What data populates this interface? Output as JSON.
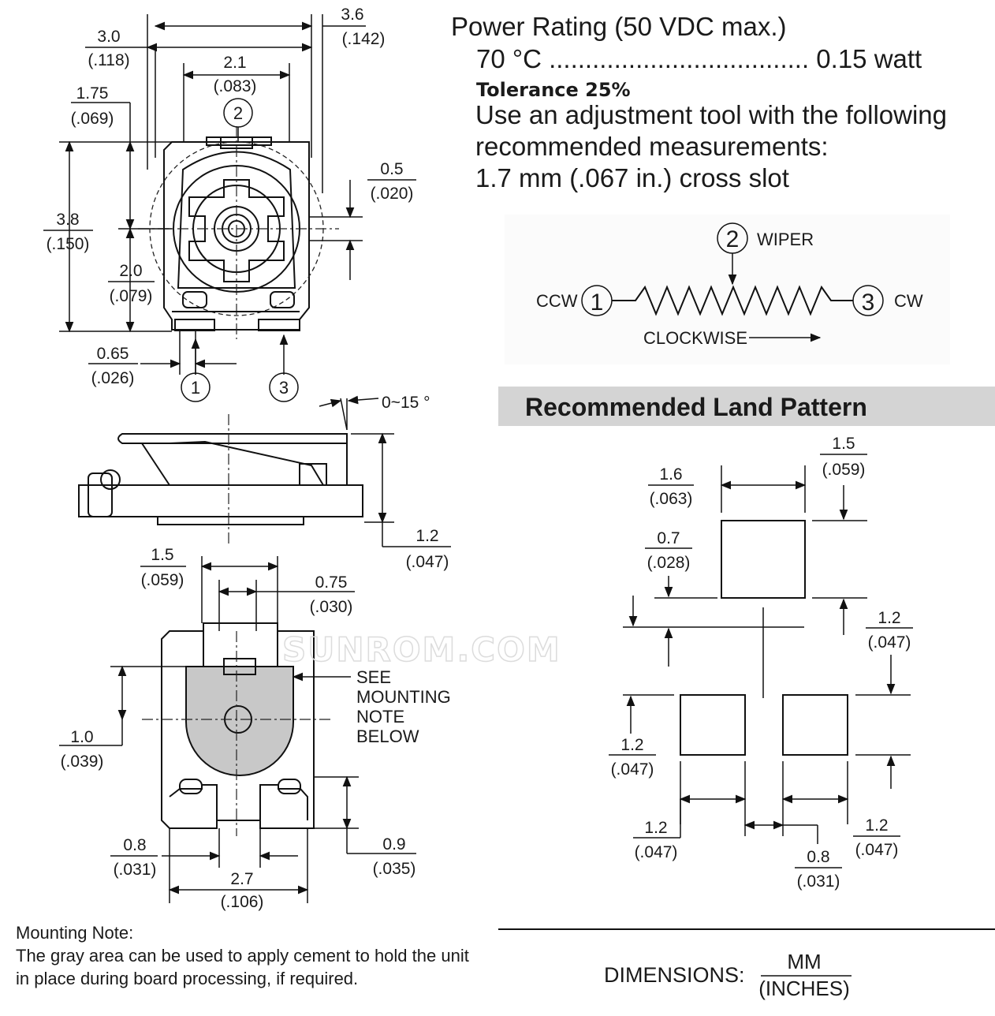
{
  "specs": {
    "power_rating": "Power Rating (50 VDC max.)",
    "power_line": "70 °C .................................... 0.15 watt",
    "tolerance": "Tolerance 25%",
    "tool_line1": "Use an adjustment tool with the following",
    "tool_line2": "recommended measurements:",
    "tool_line3": "1.7 mm (.067 in.) cross slot"
  },
  "schematic": {
    "pin1": "1",
    "pin2": "2",
    "pin3": "3",
    "wiper": "WIPER",
    "ccw": "CCW",
    "cw": "CW",
    "clockwise": "CLOCKWISE"
  },
  "land_pattern": {
    "title": "Recommended Land Pattern",
    "d1": [
      "1.5",
      "(.059)"
    ],
    "d2": [
      "1.6",
      "(.063)"
    ],
    "d3": [
      "0.7",
      "(.028)"
    ],
    "d4": [
      "1.2",
      "(.047)"
    ],
    "d5": [
      "1.2",
      "(.047)"
    ],
    "d6": [
      "1.2",
      "(.047)"
    ],
    "d7": [
      "0.8",
      "(.031)"
    ],
    "d8": [
      "1.2",
      "(.047)"
    ]
  },
  "top_view": {
    "d_36": [
      "3.6",
      "(.142)"
    ],
    "d_30": [
      "3.0",
      "(.118)"
    ],
    "d_21": [
      "2.1",
      "(.083)"
    ],
    "d_175": [
      "1.75",
      "(.069)"
    ],
    "d_05": [
      "0.5",
      "(.020)"
    ],
    "d_38": [
      "3.8",
      "(.150)"
    ],
    "d_20": [
      "2.0",
      "(.079)"
    ],
    "d_065": [
      "0.65",
      "(.026)"
    ],
    "pin1": "1",
    "pin2": "2",
    "pin3": "3"
  },
  "side_view": {
    "angle": "0~15 °",
    "d_12": [
      "1.2",
      "(.047)"
    ]
  },
  "bottom_view": {
    "d_15": [
      "1.5",
      "(.059)"
    ],
    "d_075": [
      "0.75",
      "(.030)"
    ],
    "d_10": [
      "1.0",
      "(.039)"
    ],
    "d_08": [
      "0.8",
      "(.031)"
    ],
    "d_09": [
      "0.9",
      "(.035)"
    ],
    "d_27": [
      "2.7",
      "(.106)"
    ],
    "see_note": [
      "SEE",
      "MOUNTING",
      "NOTE",
      "BELOW"
    ]
  },
  "watermark": "SUNROM.COM",
  "mounting_note": {
    "title": "Mounting Note:",
    "line1": "The gray area can be used to apply cement to hold the unit",
    "line2": "in place during board processing, if required."
  },
  "dimensions": {
    "label": "DIMENSIONS:",
    "unit_top": "MM",
    "unit_bottom": "(INCHES)"
  }
}
